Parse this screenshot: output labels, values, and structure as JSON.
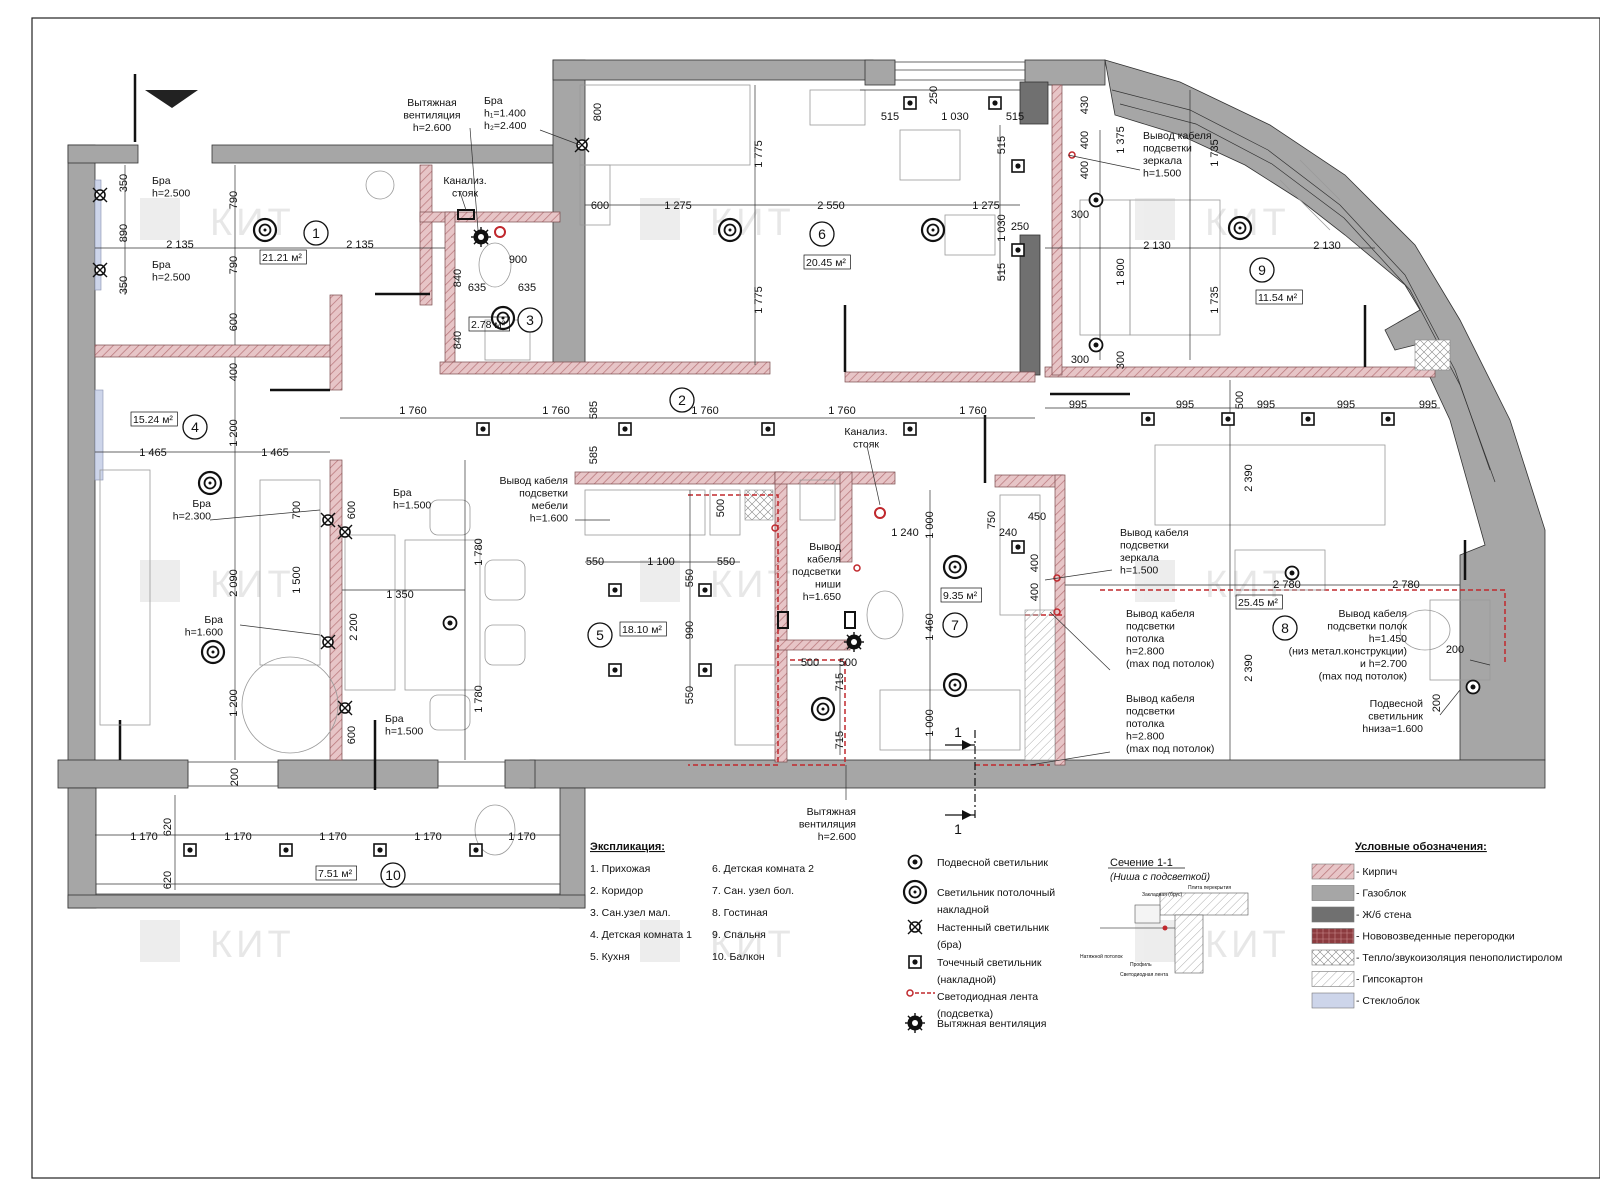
{
  "watermark": "КИТ",
  "rooms": [
    {
      "num": "1",
      "area": "21.21 м²"
    },
    {
      "num": "2",
      "area": ""
    },
    {
      "num": "3",
      "area": "2.78 м²"
    },
    {
      "num": "4",
      "area": "15.24 м²"
    },
    {
      "num": "5",
      "area": "18.10 м²"
    },
    {
      "num": "6",
      "area": "20.45 м²"
    },
    {
      "num": "7",
      "area": "9.35 м²"
    },
    {
      "num": "8",
      "area": "25.45 м²"
    },
    {
      "num": "9",
      "area": "11.54 м²"
    },
    {
      "num": "10",
      "area": "7.51 м²"
    }
  ],
  "annotations": {
    "bra_1": [
      "Бра",
      "h=2.500"
    ],
    "bra_2": [
      "Бра",
      "h=2.500"
    ],
    "vent_top": [
      "Вытяжная",
      "вентиляция",
      "h=2.600"
    ],
    "bra_h12": [
      "Бра",
      "h₁=1.400",
      "h₂=2.400"
    ],
    "kanaliz_1": [
      "Канализ.",
      "стояк"
    ],
    "mirror_9": [
      "Вывод кабеля",
      "подсветки",
      "зеркала",
      "h=1.500"
    ],
    "furniture_5": [
      "Вывод кабеля",
      "подсветки",
      "мебели",
      "h=1.600"
    ],
    "kanaliz_2": [
      "Канализ.",
      "стояк"
    ],
    "niche_7": [
      "Вывод",
      "кабеля",
      "подсветки",
      "ниши",
      "h=1.650"
    ],
    "mirror_7": [
      "Вывод кабеля",
      "подсветки",
      "зеркала",
      "h=1.500"
    ],
    "ceiling_1": [
      "Вывод кабеля",
      "подсветки",
      "потолка",
      "h=2.800",
      "(max под потолок)"
    ],
    "ceiling_2": [
      "Вывод кабеля",
      "подсветки",
      "потолка",
      "h=2.800",
      "(max под потолок)"
    ],
    "shelves_8": [
      "Вывод кабеля",
      "подсветки полок",
      "h=1.450",
      "(низ метал.конструкции)",
      "и  h=2.700",
      "(max под потолок)"
    ],
    "pendant_8": [
      "Подвесной",
      "светильник",
      "hниза=1.600"
    ],
    "bra_4a": [
      "Бра",
      "h=2.300"
    ],
    "bra_4b": [
      "Бра",
      "h=1.600"
    ],
    "bra_4c": [
      "Бра",
      "h=1.500"
    ],
    "bra_4d": [
      "Бра",
      "h=1.500"
    ],
    "vent_bottom": [
      "Вытяжная",
      "вентиляция",
      "h=2.600"
    ]
  },
  "dimensions": {
    "d_2135a": "2 135",
    "d_2135b": "2 135",
    "d_350a": "350",
    "d_890": "890",
    "d_350b": "350",
    "d_790a": "790",
    "d_790b": "790",
    "d_600a": "600",
    "d_400a": "400",
    "d_1200a": "1 200",
    "d_1465a": "1 465",
    "d_1465b": "1 465",
    "d_2090": "2 090",
    "d_1200b": "1 200",
    "d_700": "700",
    "d_1500a": "1 500",
    "d_600b": "600",
    "d_600c": "600",
    "d_2200": "2 200",
    "d_1350": "1 350",
    "d_1780a": "1 780",
    "d_1780b": "1 780",
    "d_1760a": "1 760",
    "d_1760b": "1 760",
    "d_1760c": "1 760",
    "d_1760d": "1 760",
    "d_1760e": "1 760",
    "d_585a": "585",
    "d_585b": "585",
    "d_900": "900",
    "d_635a": "635",
    "d_635b": "635",
    "d_840a": "840",
    "d_840b": "840",
    "d_800": "800",
    "d_600d": "600",
    "d_1275a": "1 275",
    "d_2550": "2 550",
    "d_1275b": "1 275",
    "d_1775a": "1 775",
    "d_1775b": "1 775",
    "d_250a": "250",
    "d_515a": "515",
    "d_1030a": "1 030",
    "d_515b": "515",
    "d_515c": "515",
    "d_1030b": "1 030",
    "d_515d": "515",
    "d_250b": "250",
    "d_430": "430",
    "d_400b": "400",
    "d_1375": "1 375",
    "d_400c": "400",
    "d_300a": "300",
    "d_1735a": "1 735",
    "d_2130a": "2 130",
    "d_2130b": "2 130",
    "d_1800": "1 800",
    "d_1735b": "1 735",
    "d_300b": "300",
    "d_300c": "300",
    "d_995a": "995",
    "d_995b": "995",
    "d_995c": "995",
    "d_995d": "995",
    "d_995e": "995",
    "d_500a": "500",
    "d_2390a": "2 390",
    "d_2780a": "2 780",
    "d_2780b": "2 780",
    "d_2390b": "2 390",
    "d_200a": "200",
    "d_200b": "200",
    "d_500b": "500",
    "d_550a": "550",
    "d_1100": "1 100",
    "d_550b": "550",
    "d_550c": "550",
    "d_990": "990",
    "d_550d": "550",
    "d_1240": "1 240",
    "d_750": "750",
    "d_240": "240",
    "d_450": "450",
    "d_400d": "400",
    "d_400e": "400",
    "d_1000a": "1 000",
    "d_1460": "1 460",
    "d_1000b": "1 000",
    "d_500c": "500",
    "d_500d": "500",
    "d_715a": "715",
    "d_715b": "715",
    "d_200c": "200",
    "d_1170a": "1 170",
    "d_1170b": "1 170",
    "d_1170c": "1 170",
    "d_1170d": "1 170",
    "d_1170e": "1 170",
    "d_620a": "620",
    "d_620b": "620",
    "sec1": "1",
    "sec2": "1"
  },
  "explication": {
    "title": "Экспликация:",
    "col1": [
      "1. Прихожая",
      "2. Коридор",
      "3. Сан.узел мал.",
      "4. Детская комната 1",
      "5. Кухня"
    ],
    "col2": [
      "6. Детская комната 2",
      "7. Сан. узел бол.",
      "8. Гостиная",
      "9. Спальня",
      "10. Балкон"
    ]
  },
  "light_legend": [
    {
      "icon": "pendant-light-icon",
      "lines": [
        "Подвесной светильник"
      ]
    },
    {
      "icon": "ceiling-light-icon",
      "lines": [
        "Светильник потолочный",
        "накладной"
      ]
    },
    {
      "icon": "wall-sconce-icon",
      "lines": [
        "Настенный светильник",
        "(бра)"
      ]
    },
    {
      "icon": "spot-light-icon",
      "lines": [
        "Точечный светильник",
        "(накладной)"
      ]
    },
    {
      "icon": "led-strip-icon",
      "lines": [
        "Светодиодная лента",
        "(подсветка)"
      ]
    },
    {
      "icon": "exhaust-vent-icon",
      "lines": [
        "Вытяжная вентиляция"
      ]
    }
  ],
  "section": {
    "title": "Сечение 1-1",
    "subtitle": "(Ниша с подсветкой)",
    "labels": [
      "Закладная (брус)",
      "Плита перекрытия",
      "Натяжной потолок",
      "Профиль",
      "Светодиодная лента"
    ]
  },
  "symbols_legend": {
    "title": "Условные обозначения:",
    "items": [
      {
        "label": "- Кирпич",
        "color": "#d9aeb1"
      },
      {
        "label": "- Газоблок",
        "color": "#a6a6a6"
      },
      {
        "label": "- Ж/б стена",
        "color": "#707070"
      },
      {
        "label": "- Нововозведенные перегородки",
        "color": "#8c3b3f"
      },
      {
        "label": "- Тепло/звукоизоляция пенополистиролом",
        "color": "#ffffff"
      },
      {
        "label": "- Гипсокартон",
        "color": "#ffffff"
      },
      {
        "label": "- Стеклоблок",
        "color": "#cdd5ea"
      }
    ]
  }
}
